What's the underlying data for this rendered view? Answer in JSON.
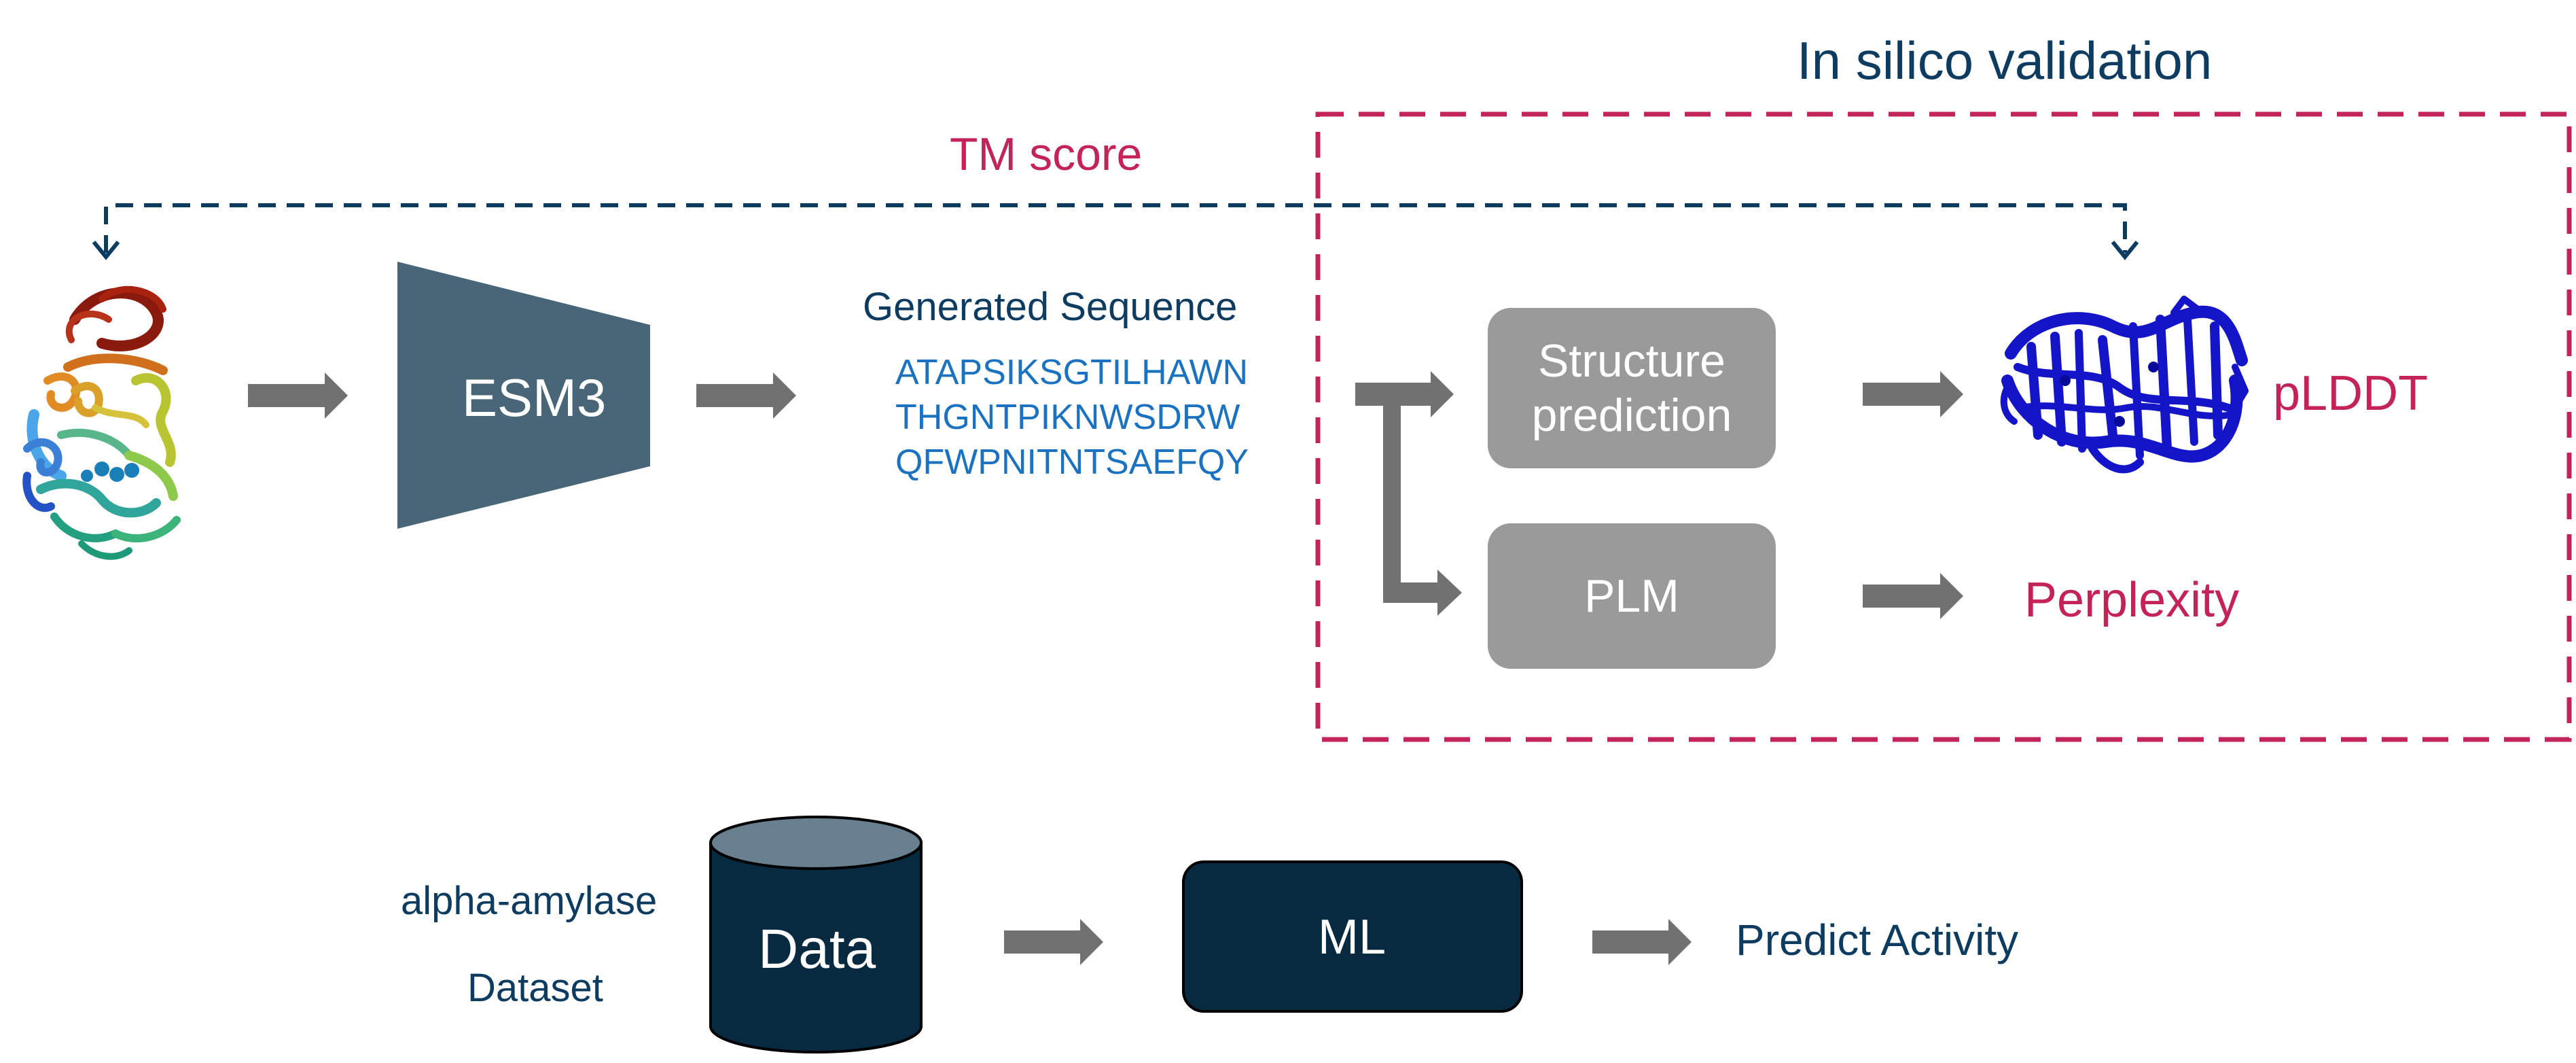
{
  "validation": {
    "title": "In silico validation"
  },
  "tm_score": {
    "label": "TM score"
  },
  "model": {
    "label": "ESM3"
  },
  "sequence": {
    "title": "Generated Sequence",
    "lines": [
      "ATAPSIKSGTILHAWN",
      "THGNTPIKNWSDRW",
      "QFWPNITNTSAEFQY"
    ]
  },
  "structure_prediction": {
    "label_line1": "Structure",
    "label_line2": "prediction"
  },
  "plm": {
    "label": "PLM"
  },
  "metrics": {
    "plddt": "pLDDT",
    "perplexity": "Perplexity"
  },
  "dataset": {
    "label_line1": "alpha-amylase",
    "label_line2": "Dataset",
    "cylinder_label": "Data"
  },
  "ml": {
    "label": "ML"
  },
  "output": {
    "label": "Predict Activity"
  },
  "colors": {
    "navy": "#0e3c61",
    "crimson": "#c32357",
    "slate": "#486677",
    "gray_box": "#9a9a9a",
    "arrow": "#717171",
    "dark_box": "#082a40",
    "sequence_text": "#1b72c1"
  },
  "icons": [
    "protein-structure-rainbow-icon",
    "protein-structure-blue-icon",
    "database-cylinder-icon"
  ]
}
